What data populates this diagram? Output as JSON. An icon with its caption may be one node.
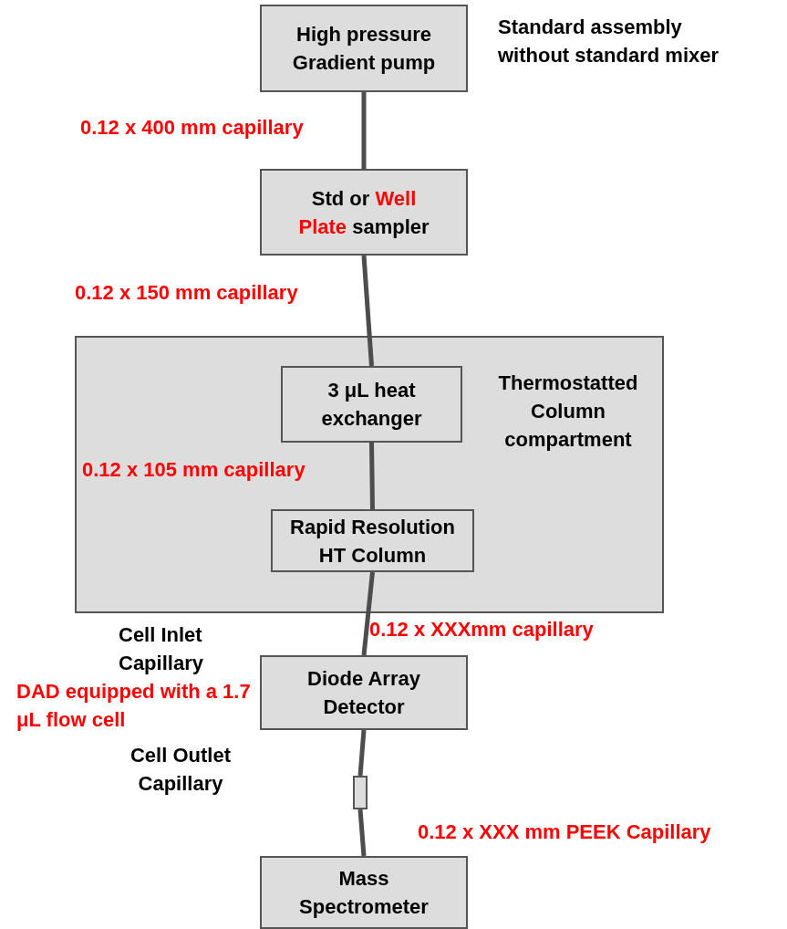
{
  "diagram": {
    "nodes": [
      {
        "text": [
          "High pressure Gradient pump"
        ]
      },
      {
        "text": [
          "Std or *Well Plate* sampler"
        ]
      },
      {
        "text": [
          "Thermostatted Column compartment"
        ]
      },
      {
        "text": [
          "3 μL heat exchanger"
        ],
        "in": 2
      },
      {
        "text": [
          "Rapid Resolution HT Column"
        ],
        "in": 2
      },
      {
        "text": [
          "Diode Array Detector"
        ]
      },
      {
        "text": [],
        "shape": "box"
      },
      {
        "text": [
          "Mass Spectrometer"
        ]
      }
    ],
    "edges": [
      {
        "from": 0,
        "to": 1,
        "arrow": "none",
        "label": "0.12 x 400 mm capillary"
      },
      {
        "from": 1,
        "to": 3,
        "arrow": "none",
        "label": "0.12 x 150 mm capillary"
      },
      {
        "from": 3,
        "to": 4,
        "arrow": "none",
        "label": "0.12 x 105 mm capillary"
      },
      {
        "from": 4,
        "to": 5,
        "arrow": "none",
        "label": "0.12 x  XXXmm capillary"
      },
      {
        "from": 5,
        "to": 6,
        "arrow": "none"
      },
      {
        "from": 6,
        "to": 7,
        "arrow": "none",
        "label": "0.12 x XXX mm PEEK Capillary"
      }
    ],
    "labels": [
      "Standard assembly without standard mixer",
      "Cell Inlet Capillary",
      "DAD equipped with a 1.7 μL flow cell",
      "Cell Outlet Capillary"
    ]
  }
}
